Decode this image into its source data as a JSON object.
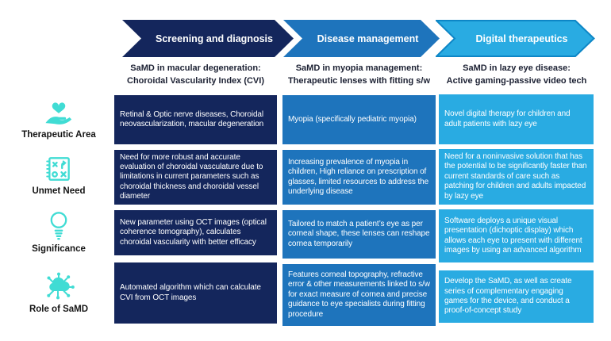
{
  "colors": {
    "stage1": "#14265c",
    "stage2": "#1e74bc",
    "stage3": "#29abe2",
    "stage3_border": "#0d86c6",
    "icon_teal": "#40dcd4",
    "cell_text": "#ffffff",
    "subtitle_text": "#1c2133"
  },
  "stages": [
    {
      "arrow_label": "Screening and diagnosis",
      "subtitle_line1": "SaMD in macular degeneration:",
      "subtitle_line2": "Choroidal Vascularity Index (CVI)"
    },
    {
      "arrow_label": "Disease management",
      "subtitle_line1": "SaMD in myopia management:",
      "subtitle_line2": "Therapeutic lenses with fitting s/w"
    },
    {
      "arrow_label": "Digital therapeutics",
      "subtitle_line1": "SaMD in lazy eye disease:",
      "subtitle_line2": "Active gaming-passive video tech"
    }
  ],
  "rows": [
    {
      "label": "Therapeutic Area",
      "icon": "hand-heart-icon"
    },
    {
      "label": "Unmet Need",
      "icon": "strategy-board-icon"
    },
    {
      "label": "Significance",
      "icon": "lightbulb-icon"
    },
    {
      "label": "Role of SaMD",
      "icon": "connected-cloud-icon"
    }
  ],
  "cells": {
    "therapeutic_area": [
      "Retinal & Optic nerve diseases, Choroidal neovascularization,  macular degeneration",
      "Myopia (specifically pediatric myopia)",
      "Novel digital therapy for children and adult patients with lazy eye"
    ],
    "unmet_need": [
      "Need for more robust and accurate evaluation of choroidal vasculature due to limitations in current parameters such as choroidal thickness and choroidal vessel diameter",
      "Increasing prevalence of myopia in children, High reliance on prescription of glasses,  limited resources to address the underlying disease",
      "Need for a noninvasive solution that has the potential to be significantly faster than current standards of care such as patching for children and adults impacted by lazy eye"
    ],
    "significance": [
      "New parameter using OCT images (optical coherence tomography), calculates choroidal vascularity with better efficacy",
      "Tailored to match a patient’s eye as per corneal shape, these lenses can reshape cornea temporarily",
      "Software deploys a unique visual presentation (dichoptic display) which allows each eye to present with different images by using an advanced algorithm"
    ],
    "role_of_samd": [
      "Automated algorithm which can calculate CVI from OCT images",
      "Features corneal topography, refractive error & other measurements linked to s/w for exact measure of cornea and precise guidance to eye specialists during fitting procedure",
      "Develop the SaMD, as well as create series of complementary engaging games for the device, and conduct a proof-of-concept study"
    ]
  }
}
